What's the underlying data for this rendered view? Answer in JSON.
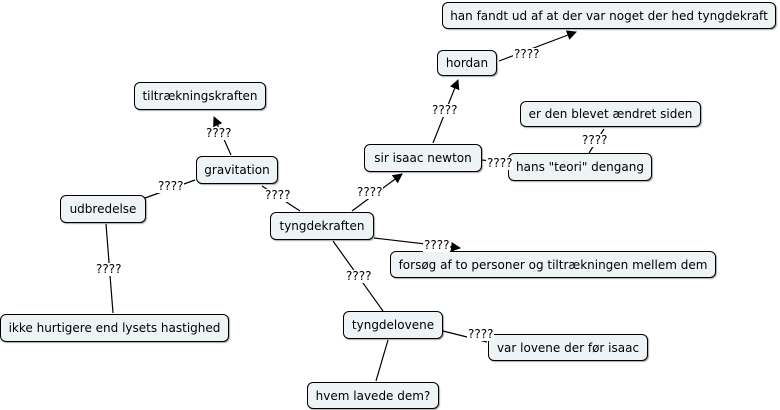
{
  "concept_map": {
    "nodes": [
      {
        "id": "tyngdekraften",
        "label": "tyngdekraften"
      },
      {
        "id": "gravitation",
        "label": "gravitation"
      },
      {
        "id": "tiltraekningskraften",
        "label": "tiltrækningskraften"
      },
      {
        "id": "udbredelse",
        "label": "udbredelse"
      },
      {
        "id": "lysets-hastighed",
        "label": "ikke hurtigere end lysets hastighed"
      },
      {
        "id": "isaac-newton",
        "label": "sir isaac newton"
      },
      {
        "id": "hordan",
        "label": "hordan"
      },
      {
        "id": "fandt-ud",
        "label": "han fandt ud af at der var noget der hed tyngdekraft"
      },
      {
        "id": "teori",
        "label": "hans \"teori\" dengang"
      },
      {
        "id": "aendret",
        "label": "er den blevet ændret siden"
      },
      {
        "id": "forsoeg",
        "label": "forsøg af to personer og tiltrækningen mellem dem"
      },
      {
        "id": "tyngdelovene",
        "label": "tyngdelovene"
      },
      {
        "id": "lovene-foer",
        "label": "var lovene der før isaac"
      },
      {
        "id": "hvem-lavede",
        "label": "hvem lavede dem?"
      }
    ],
    "links": [
      {
        "label": "????"
      },
      {
        "label": "????"
      },
      {
        "label": "????"
      },
      {
        "label": "????"
      },
      {
        "label": "????"
      },
      {
        "label": "????"
      },
      {
        "label": "????"
      },
      {
        "label": "????"
      },
      {
        "label": "????"
      },
      {
        "label": "????"
      },
      {
        "label": "????"
      },
      {
        "label": "????"
      }
    ]
  }
}
